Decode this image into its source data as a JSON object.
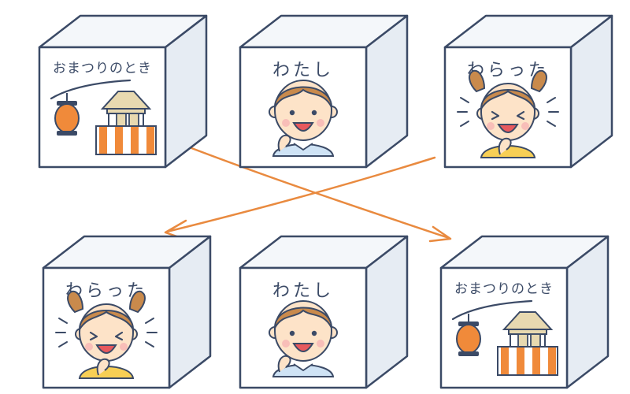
{
  "colors": {
    "outline": "#3b4a66",
    "cube_front": "#ffffff",
    "cube_side": "#e6ecf3",
    "cube_top": "#f4f7fa",
    "arrow": "#e98a3f",
    "skin": "#fde3c8",
    "hair_boy": "#c98a4c",
    "hair_girl": "#c98a4c",
    "boy_shirt": "#cfe3f5",
    "girl_shirt": "#f7cf55",
    "lantern": "#f08a3a",
    "stall_stripe": "#f08a3a",
    "stall_roof": "#e8d9b0"
  },
  "top_row": {
    "left": {
      "label": "おまつりのとき",
      "picture": "festival-scene"
    },
    "center": {
      "label": "わたし",
      "picture": "boy"
    },
    "right": {
      "label": "わらった",
      "picture": "laughing-girl"
    }
  },
  "bottom_row": {
    "left": {
      "label": "わらった",
      "picture": "laughing-girl"
    },
    "center": {
      "label": "わたし",
      "picture": "boy"
    },
    "right": {
      "label": "おまつりのとき",
      "picture": "festival-scene"
    }
  },
  "arrows": [
    {
      "from": "top_row.left",
      "to": "bottom_row.right"
    },
    {
      "from": "top_row.right",
      "to": "bottom_row.left"
    }
  ],
  "icons": [
    "lantern-icon",
    "festival-stall-icon",
    "boy-icon",
    "laughing-girl-icon",
    "arrow-icon"
  ]
}
